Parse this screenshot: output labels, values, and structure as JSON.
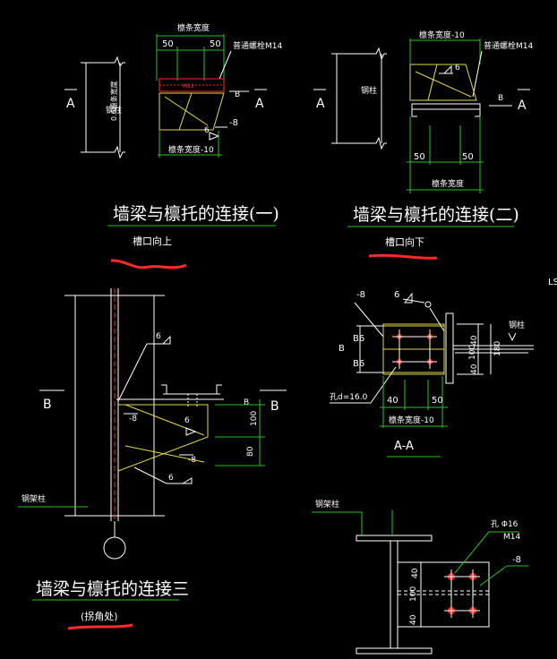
{
  "drawing": {
    "title_1": "墙梁与檩托的连接(一)",
    "subtitle_1": "槽口向上",
    "title_2": "墙梁与檩托的连接(二)",
    "subtitle_2": "槽口向下",
    "title_3": "墙梁与檩托的连接三",
    "subtitle_3": "(拐角处)",
    "section_label": "A-A",
    "corner_mark": "LS"
  },
  "detail1": {
    "top_dim": "檩条宽度",
    "dim_left": "50",
    "dim_right": "50",
    "bolt_note": "普通螺栓M14",
    "col_label": "钢柱",
    "height_note": "0.6檩条宽度",
    "plate_note": "-8",
    "weld": "6",
    "bottom_dim": "檩条宽度-10",
    "sec_left": "A",
    "sec_right": "A",
    "b_mark": "B",
    "m": "M12"
  },
  "detail2": {
    "top_dim": "檩条宽度-10",
    "bolt_note": "普通螺栓M14",
    "col_label": "钢柱",
    "weld": "6",
    "dim_left": "50",
    "dim_right": "50",
    "bottom_dim": "檩条宽度",
    "sec_left": "A",
    "sec_right": "A",
    "b_mark": "B"
  },
  "detail3": {
    "weld_top": "6",
    "sec_left": "B",
    "sec_right": "B",
    "plate": "-8",
    "weld_mid": "6",
    "plate2": "-8",
    "weld_low": "6",
    "dim_100": "100",
    "dim_80": "80",
    "b_mark": "B",
    "col_label": "钢架柱"
  },
  "section_aa": {
    "plate": "-8",
    "weld": "6",
    "b_left": "B",
    "b6_top": "B6",
    "b6_bot": "B6",
    "d40_top": "40",
    "d100": "100",
    "d40_bot": "40",
    "total": "180",
    "col": "钢柱",
    "hole": "孔d=16.0",
    "d40_b": "40",
    "d50_b": "50",
    "width": "檩条宽度-10"
  },
  "detail4": {
    "label": "钢架柱",
    "hole": "孔 Φ16",
    "bolt": "M14",
    "plate": "-8",
    "d40_top": "40",
    "d100": "100",
    "d40_bot": "40"
  }
}
